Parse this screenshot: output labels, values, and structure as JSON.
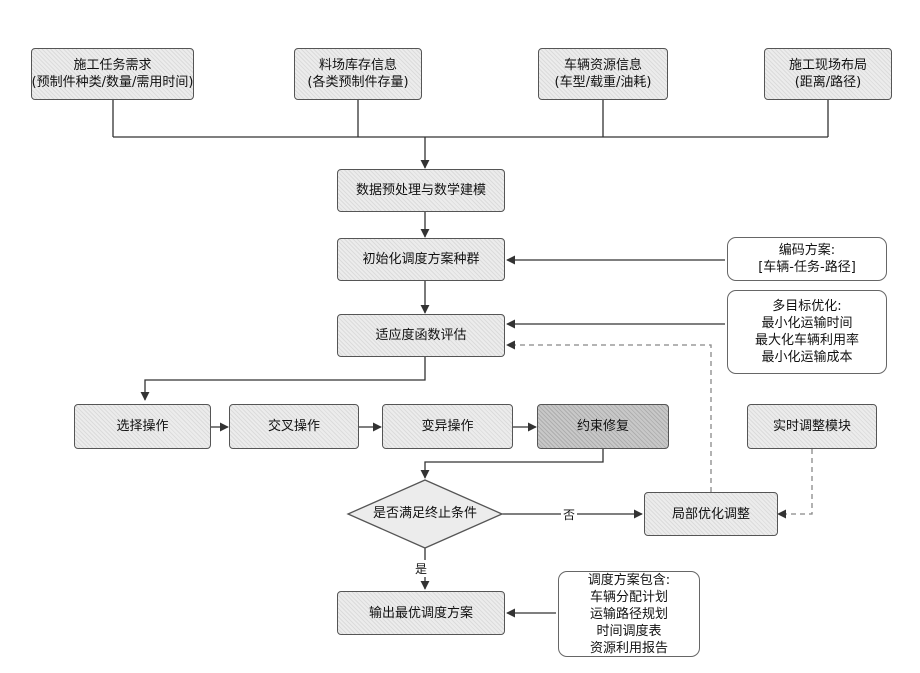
{
  "inputs": [
    {
      "line1": "施工任务需求",
      "line2": "(预制件种类/数量/需用时间)"
    },
    {
      "line1": "料场库存信息",
      "line2": "(各类预制件存量)"
    },
    {
      "line1": "车辆资源信息",
      "line2": "(车型/载重/油耗)"
    },
    {
      "line1": "施工现场布局",
      "line2": "(距离/路径)"
    }
  ],
  "steps": {
    "preprocess": "数据预处理与数学建模",
    "init": "初始化调度方案种群",
    "fitness": "适应度函数评估",
    "selection": "选择操作",
    "crossover": "交叉操作",
    "mutation": "变异操作",
    "repair": "约束修复",
    "decision": "是否满足终止条件",
    "local": "局部优化调整",
    "realtime": "实时调整模块",
    "output": "输出最优调度方案"
  },
  "notes": {
    "encoding": {
      "line1": "编码方案:",
      "line2": "[车辆-任务-路径]"
    },
    "objectives": {
      "title": "多目标优化:",
      "items": [
        "最小化运输时间",
        "最大化车辆利用率",
        "最小化运输成本"
      ]
    },
    "output_detail": {
      "title": "调度方案包含:",
      "items": [
        "车辆分配计划",
        "运输路径规划",
        "时间调度表",
        "资源利用报告"
      ]
    }
  },
  "labels": {
    "no": "否",
    "yes": "是"
  }
}
